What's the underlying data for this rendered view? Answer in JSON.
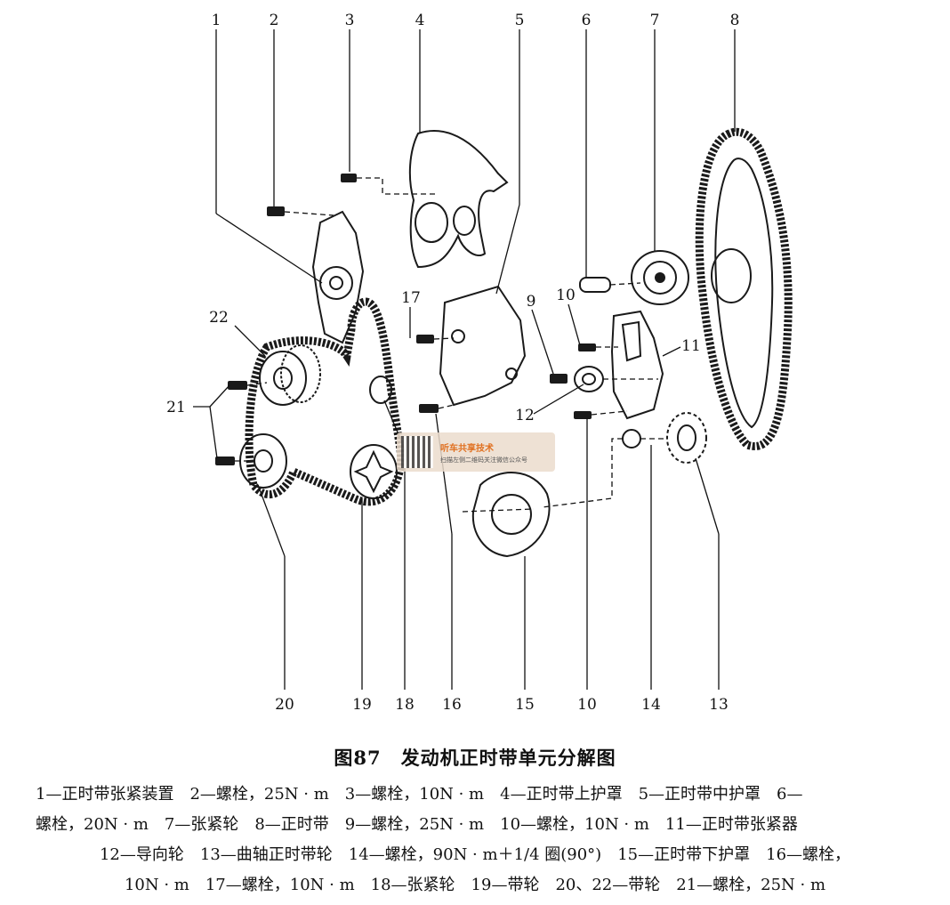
{
  "labels": {
    "top": [
      "1",
      "2",
      "3",
      "4",
      "5",
      "6",
      "7",
      "8"
    ],
    "mid": [
      "22",
      "21",
      "17",
      "9",
      "10",
      "11",
      "12"
    ],
    "bottom": [
      "20",
      "19",
      "18",
      "16",
      "15",
      "10",
      "14",
      "13"
    ]
  },
  "watermark": {
    "title": "听车共享技术",
    "subtitle": "扫描左侧二维码关注微信公众号"
  },
  "caption": {
    "title": "图87　发动机正时带单元分解图",
    "lines": [
      "1—正时带张紧装置　2—螺栓，25N · m　3—螺栓，10N · m　4—正时带上护罩　5—正时带中护罩　6—",
      "螺栓，20N · m　7—张紧轮　8—正时带　9—螺栓，25N · m　10—螺栓，10N · m　11—正时带张紧器",
      "12—导向轮　13—曲轴正时带轮　14—螺栓，90N · m＋1/4 圈(90°)　15—正时带下护罩　16—螺栓，",
      "10N · m　17—螺栓，10N · m　18—张紧轮　19—带轮　20、22—带轮　21—螺栓，25N · m"
    ]
  }
}
